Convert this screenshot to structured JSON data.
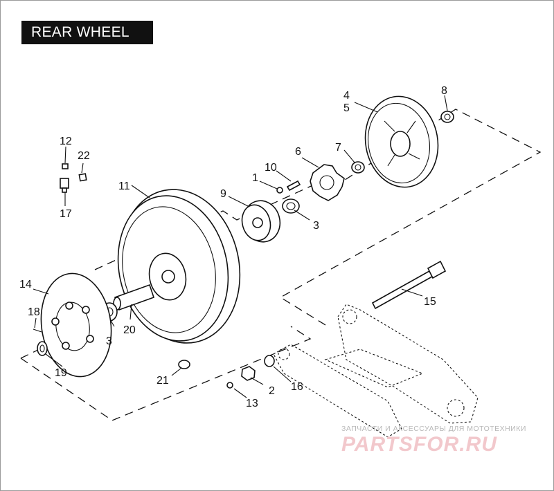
{
  "title": "REAR WHEEL",
  "callouts": [
    "1",
    "2",
    "3",
    "3",
    "3",
    "4",
    "5",
    "6",
    "7",
    "8",
    "9",
    "10",
    "11",
    "12",
    "13",
    "14",
    "15",
    "16",
    "17",
    "18",
    "19",
    "20",
    "21",
    "22"
  ],
  "watermark": {
    "caption": "ЗАПЧАСТИ И АКСЕССУАРЫ ДЛЯ МОТОТЕХНИКИ",
    "logo": "PARTSFOR.RU"
  },
  "colors": {
    "ink": "#111111",
    "watermark": "#f2c8cc",
    "title_bg": "#111111"
  }
}
